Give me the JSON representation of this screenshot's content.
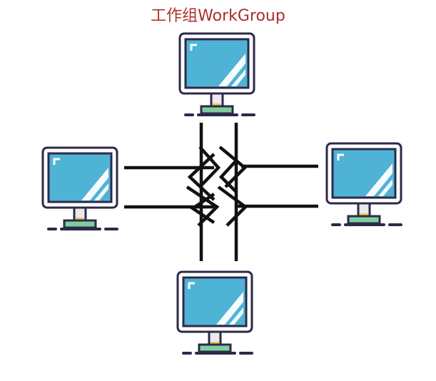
{
  "diagram": {
    "title": "工作组WorkGroup",
    "nodes": [
      {
        "id": "top",
        "icon": "computer-monitor-icon"
      },
      {
        "id": "left",
        "icon": "computer-monitor-icon"
      },
      {
        "id": "right",
        "icon": "computer-monitor-icon"
      },
      {
        "id": "bottom",
        "icon": "computer-monitor-icon"
      }
    ],
    "links": [
      {
        "from": "left",
        "to": "right"
      },
      {
        "from": "left",
        "to": "right"
      },
      {
        "from": "top",
        "to": "bottom"
      },
      {
        "from": "top",
        "to": "bottom"
      }
    ],
    "colors": {
      "title": "#a8302b",
      "screen": "#4fb3d6",
      "outline": "#2c2a4a",
      "stand": "#e9e9ee",
      "base": "#7fcf9e",
      "connector": "#111111",
      "glow": "#f5c84a"
    }
  }
}
